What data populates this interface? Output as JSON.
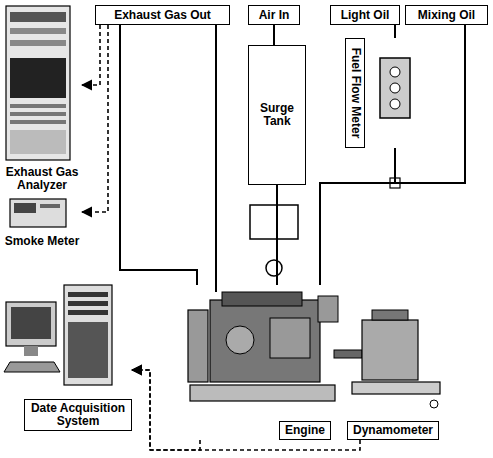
{
  "diagram": {
    "nodes": [
      {
        "text": [
          "Exhaust Gas Analyzer"
        ]
      },
      {
        "text": [
          "Smoke Meter"
        ]
      },
      {
        "text": [
          "Exhaust Gas Out"
        ]
      },
      {
        "text": [
          "Air In"
        ]
      },
      {
        "text": [
          "Light Oil"
        ]
      },
      {
        "text": [
          "Mixing Oil"
        ]
      },
      {
        "text": [
          "Fuel Flow Meter"
        ]
      },
      {
        "text": [
          "Surge Tank"
        ]
      },
      {
        "text": [
          "Date Acquisition System"
        ]
      },
      {
        "text": [
          "Engine"
        ]
      },
      {
        "text": [
          "Dynamometer"
        ]
      }
    ],
    "edges": [
      {
        "from": 2,
        "to": 9,
        "arrow": "none"
      },
      {
        "from": 2,
        "to": 0,
        "arrow": "to"
      },
      {
        "from": 2,
        "to": 1,
        "arrow": "to"
      },
      {
        "from": 3,
        "to": 7,
        "arrow": "none"
      },
      {
        "from": 7,
        "to": 9,
        "arrow": "none"
      },
      {
        "from": 4,
        "to": 6,
        "arrow": "none"
      },
      {
        "from": 6,
        "to": 9,
        "arrow": "none"
      },
      {
        "from": 5,
        "to": 9,
        "arrow": "none"
      },
      {
        "from": 9,
        "to": 8,
        "arrow": "to"
      },
      {
        "from": 10,
        "to": 8,
        "arrow": "to"
      }
    ]
  }
}
